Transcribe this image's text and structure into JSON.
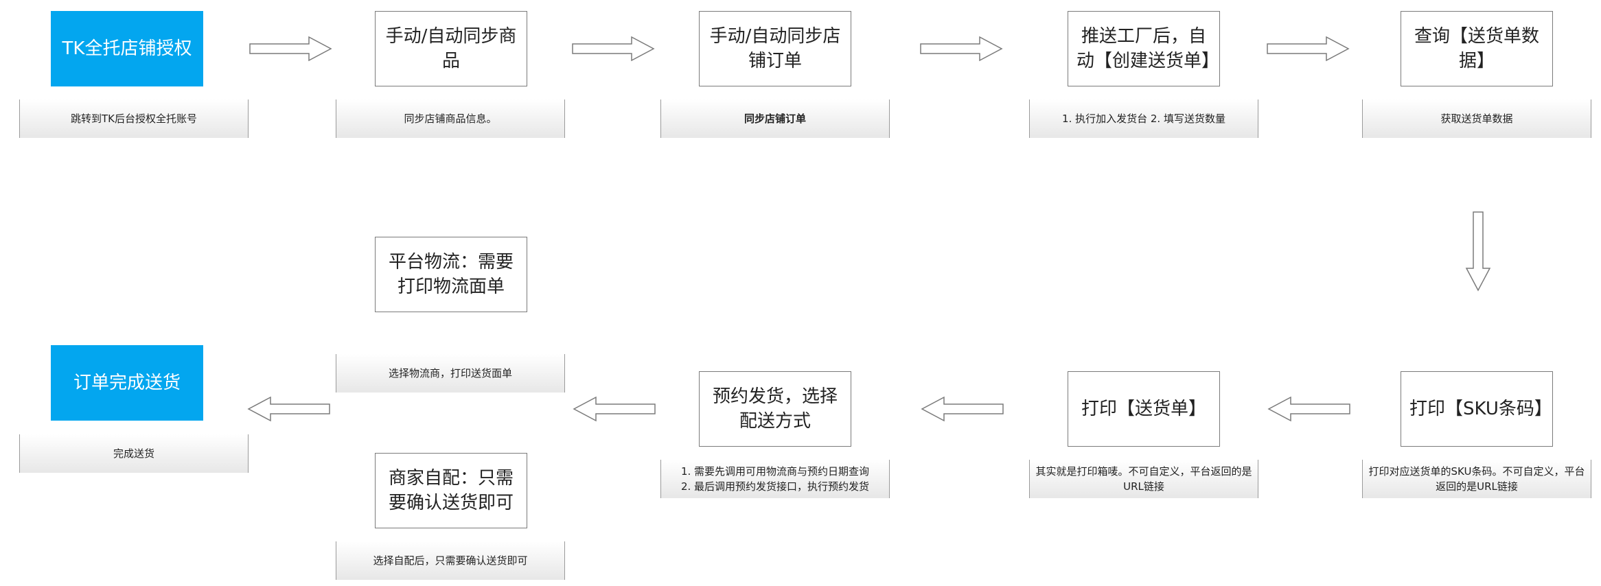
{
  "colors": {
    "accent": "#03a6ef",
    "border": "#7a7a7a",
    "note_fill": "#e7e7e7"
  },
  "steps": {
    "auth": {
      "title": "TK全托店铺授权",
      "note": "跳转到TK后台授权全托账号"
    },
    "goods": {
      "title": "手动/自动同步商品",
      "note": "同步店铺商品信息。"
    },
    "orders": {
      "title": "手动/自动同步店铺订单",
      "note": "同步店铺订单"
    },
    "push": {
      "title": "推送工厂后，自动【创建送货单】",
      "note": "1. 执行加入发货台 2. 填写送货数量"
    },
    "query": {
      "title": "查询【送货单数据】",
      "note": "获取送货单数据"
    },
    "print_sku": {
      "title": "打印【SKU条码】",
      "note": "打印对应送货单的SKU条码。不可自定义，平台返回的是URL链接"
    },
    "print_ship": {
      "title": "打印【送货单】",
      "note": "其实就是打印箱唛。不可自定义，平台返回的是URL链接"
    },
    "reserve": {
      "title": "预约发货，选择配送方式",
      "note_line1": "1. 需要先调用可用物流商与预约日期查询",
      "note_line2": "2. 最后调用预约发货接口，执行预约发货"
    },
    "platform": {
      "title": "平台物流：需要打印物流面单",
      "note": "选择物流商，打印送货面单"
    },
    "merchant": {
      "title": "商家自配：只需要确认送货即可",
      "note": "选择自配后，只需要确认送货即可"
    },
    "done": {
      "title": "订单完成送货",
      "note": "完成送货"
    }
  }
}
